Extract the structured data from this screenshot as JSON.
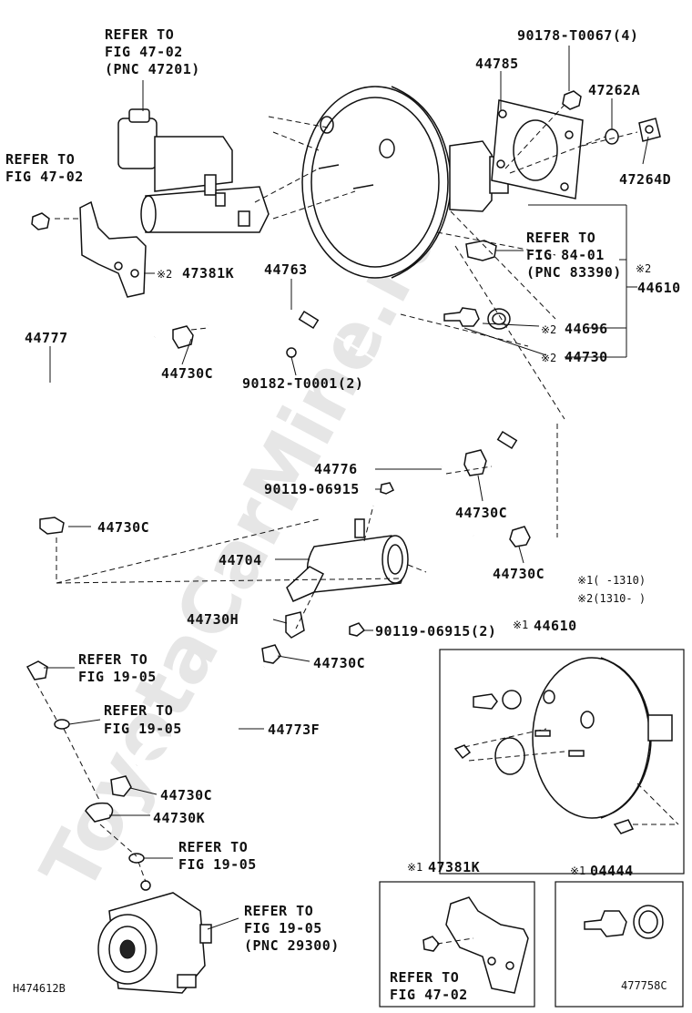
{
  "watermark": "ToyotaCarMine.ru",
  "labels": {
    "refer_fig47_02_pnc47201_a": "REFER TO",
    "refer_fig47_02_pnc47201_b": "FIG 47-02",
    "refer_fig47_02_pnc47201_c": "(PNC 47201)",
    "refer_fig47_02_left_a": "REFER TO",
    "refer_fig47_02_left_b": "FIG 47-02",
    "p_90178": "90178-T0067(4)",
    "p_44785": "44785",
    "p_47262A": "47262A",
    "p_47264D": "47264D",
    "refer_fig84_a": "REFER TO",
    "refer_fig84_b": "FIG 84-01",
    "refer_fig84_c": "(PNC 83390)",
    "mark_2_fig84": "※2",
    "p_44610": "44610",
    "mark_2_47381K": "※2",
    "p_47381K": "47381K",
    "p_44763": "44763",
    "p_44777": "44777",
    "p_44730C_1": "44730C",
    "p_90182": "90182-T0001(2)",
    "mark_2_44696": "※2",
    "p_44696": "44696",
    "mark_2_44730": "※2",
    "p_44730": "44730",
    "p_44776": "44776",
    "p_90119_a": "90119-06915",
    "p_44730C_2": "44730C",
    "p_44730C_3": "44730C",
    "p_44704": "44704",
    "p_44730C_4": "44730C",
    "legend_1": "※1(      -1310)",
    "legend_2": "※2(1310-      )",
    "p_44730H": "44730H",
    "p_90119_b": "90119-06915(2)",
    "mark_1_44610": "※1",
    "p_44610_inset": "44610",
    "refer_fig19_1_a": "REFER TO",
    "refer_fig19_1_b": "FIG 19-05",
    "p_44730C_5": "44730C",
    "refer_fig19_2_a": "REFER TO",
    "refer_fig19_2_b": "FIG 19-05",
    "p_44773F": "44773F",
    "p_44730C_6": "44730C",
    "p_44730K": "44730K",
    "refer_fig19_3_a": "REFER TO",
    "refer_fig19_3_b": "FIG 19-05",
    "mark_1_47381K": "※1",
    "p_47381K_inset": "47381K",
    "mark_1_04444": "※1",
    "p_04444": "04444",
    "refer_fig19_4_a": "REFER TO",
    "refer_fig19_4_b": "FIG 19-05",
    "refer_fig19_4_c": "(PNC 29300)",
    "refer_fig47_02_inset_a": "REFER TO",
    "refer_fig47_02_inset_b": "FIG 47-02",
    "code_left": "H474612B",
    "code_right": "477758C"
  }
}
